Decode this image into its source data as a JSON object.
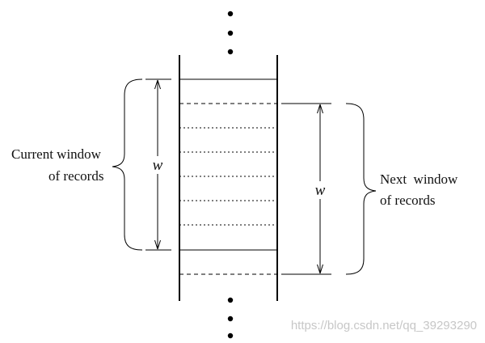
{
  "diagram": {
    "current_window_label": [
      "Current window",
      "of records"
    ],
    "current_window_size": "w",
    "next_window_label": [
      "Next  window",
      "of records"
    ],
    "next_window_size": "w",
    "watermark": "https://blog.csdn.net/qq_39293290"
  }
}
